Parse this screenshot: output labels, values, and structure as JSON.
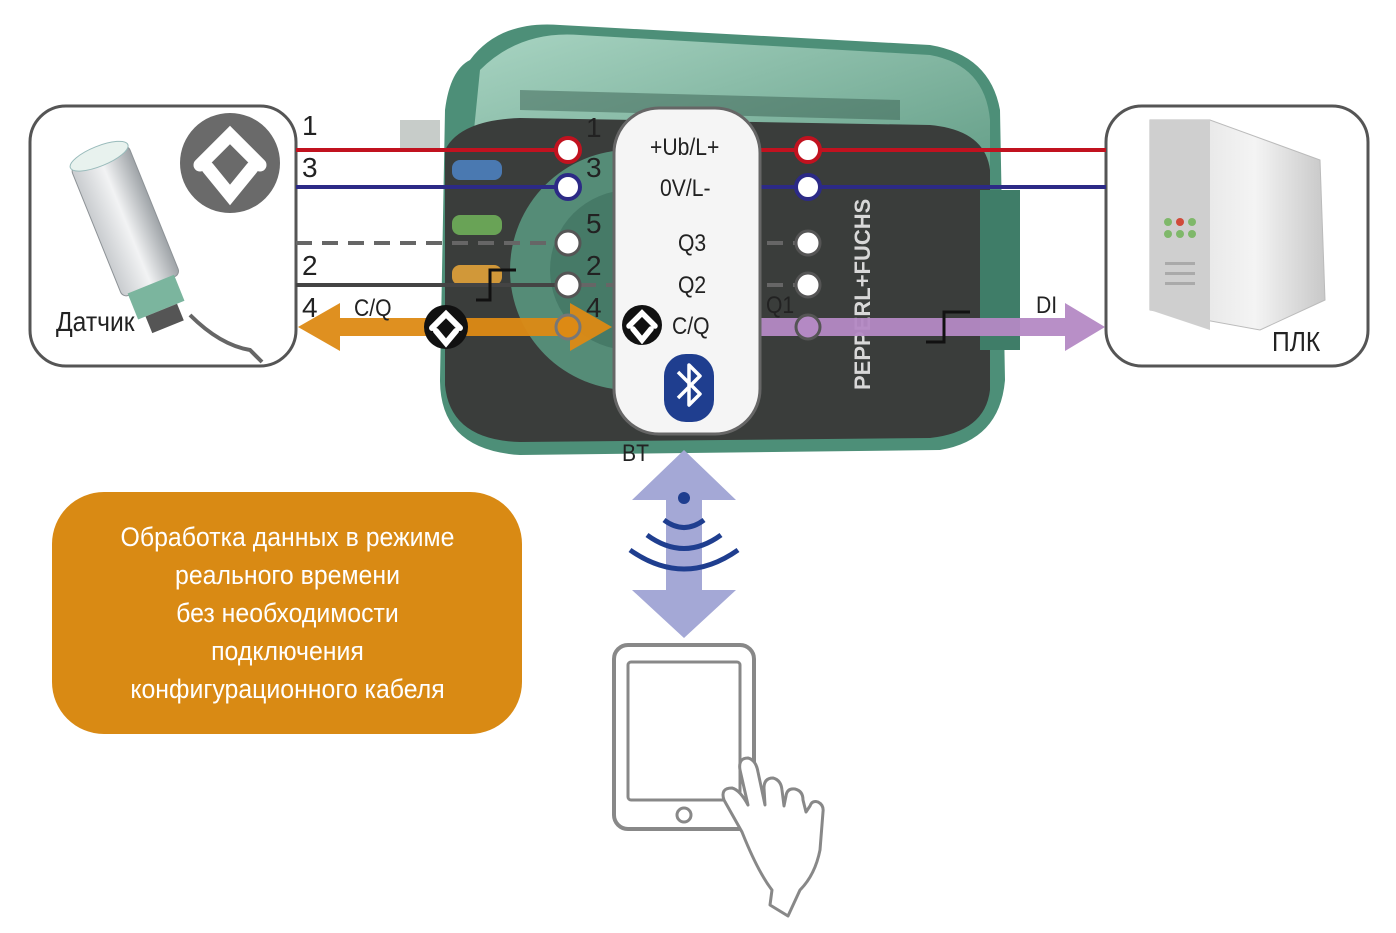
{
  "sensor": {
    "label": "Датчик"
  },
  "plc": {
    "label": "ПЛК"
  },
  "module": {
    "brand": "PEPPERL+FUCHS",
    "terminals": [
      "+Ub/L+",
      "0V/L-",
      "Q3",
      "Q2",
      "C/Q"
    ]
  },
  "wires": {
    "left_pins": [
      "1",
      "3",
      "2",
      "4"
    ],
    "mid_pins": [
      "1",
      "3",
      "5",
      "2",
      "4"
    ],
    "cq_label": "C/Q",
    "q1_label": "Q1",
    "di_label": "DI"
  },
  "bluetooth": {
    "label": "BT"
  },
  "info": {
    "lines": [
      "Обработка данных в режиме",
      "реального времени",
      "без необходимости",
      "подключения",
      "конфигурационного кабеля"
    ]
  },
  "colors": {
    "power_wire": "#c1121f",
    "ground_wire": "#2c2a86",
    "io_link": "#dd8a14",
    "digital_out": "#b489c4",
    "bt_arrow": "#a4a8d6",
    "device_body": "#3a3d3b",
    "device_cap": "#7bb59e",
    "info_box": "#d98a14"
  }
}
